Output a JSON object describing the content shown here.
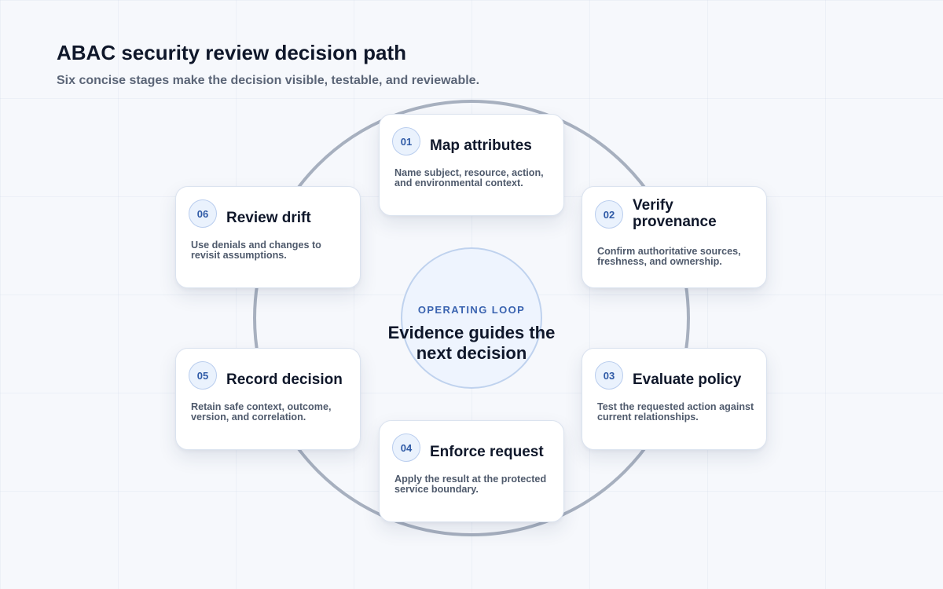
{
  "header": {
    "title": "ABAC security review decision path",
    "subtitle": "Six concise stages make the decision visible, testable, and reviewable."
  },
  "center": {
    "eyebrow": "OPERATING LOOP",
    "headline": "Evidence guides the next decision"
  },
  "stages": [
    {
      "number": "01",
      "title": "Map attributes",
      "body": "Name subject, resource, action, and environmental context."
    },
    {
      "number": "02",
      "title": "Verify provenance",
      "body": "Confirm authoritative sources, freshness, and ownership."
    },
    {
      "number": "03",
      "title": "Evaluate policy",
      "body": "Test the requested action against current relationships."
    },
    {
      "number": "04",
      "title": "Enforce request",
      "body": "Apply the result at the protected service boundary."
    },
    {
      "number": "05",
      "title": "Record decision",
      "body": "Retain safe context, outcome, version, and correlation."
    },
    {
      "number": "06",
      "title": "Review drift",
      "body": "Use denials and changes to revisit assumptions."
    }
  ],
  "colors": {
    "ring": "#a7b0bf",
    "accent": "#2f5aa6",
    "badge_fill": "#eaf2fd",
    "center_fill": "#eef4fe"
  }
}
